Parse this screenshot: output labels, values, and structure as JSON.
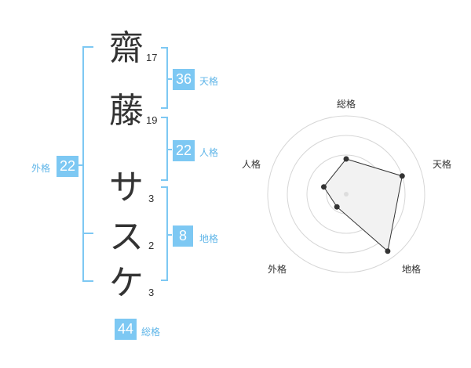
{
  "name": {
    "chars": [
      {
        "char": "齋",
        "strokes": "17"
      },
      {
        "char": "藤",
        "strokes": "19"
      },
      {
        "char": "サ",
        "strokes": "3"
      },
      {
        "char": "ス",
        "strokes": "2"
      },
      {
        "char": "ケ",
        "strokes": "3"
      }
    ]
  },
  "kaku": {
    "tenkaku": {
      "value": "36",
      "label": "天格"
    },
    "jinkaku": {
      "value": "22",
      "label": "人格"
    },
    "chikaku": {
      "value": "8",
      "label": "地格"
    },
    "gaikaku": {
      "value": "22",
      "label": "外格"
    },
    "soukaku": {
      "value": "44",
      "label": "総格"
    }
  },
  "colors": {
    "accent": "#7dc8f3",
    "label": "#5fb5e8",
    "text": "#333333"
  },
  "chart_data": {
    "type": "radar",
    "axes": [
      "総格",
      "天格",
      "地格",
      "外格",
      "人格"
    ],
    "values": [
      0.45,
      0.75,
      0.9,
      0.2,
      0.3
    ],
    "rings": 4
  }
}
